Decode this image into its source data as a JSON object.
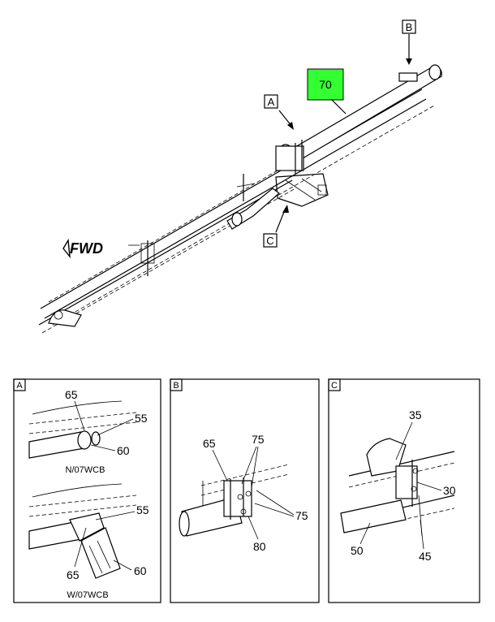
{
  "main": {
    "callouts": {
      "a": "A",
      "b": "B",
      "c": "C"
    },
    "part_70": "70",
    "fwd": "FWD",
    "accent": "#33ff33"
  },
  "detail_a": {
    "tag": "A",
    "upper": {
      "c65": "65",
      "c55": "55",
      "c60": "60",
      "caption": "N/07WCB"
    },
    "lower": {
      "c55": "55",
      "c65": "65",
      "c60": "60",
      "caption": "W/07WCB"
    }
  },
  "detail_b": {
    "tag": "B",
    "c65": "65",
    "c75a": "75",
    "c75b": "75",
    "c80": "80"
  },
  "detail_c": {
    "tag": "C",
    "c35": "35",
    "c30": "30",
    "c50": "50",
    "c45": "45"
  }
}
